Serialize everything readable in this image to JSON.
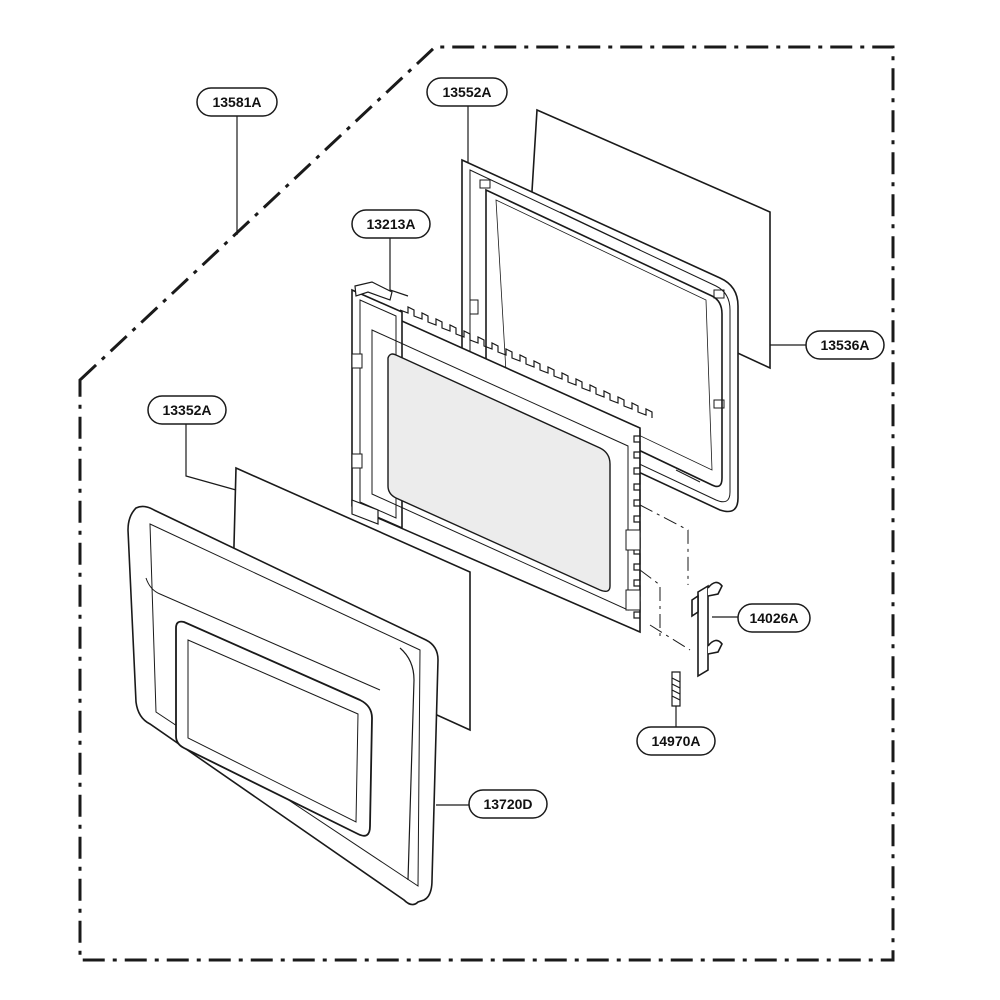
{
  "diagram": {
    "colors": {
      "line": "#1a1a1a",
      "glass": "#f2f2f2",
      "glass_dark": "#e4e4e4",
      "background": "#ffffff"
    },
    "callouts": [
      {
        "id": "13581A",
        "label": "13581A"
      },
      {
        "id": "13552A",
        "label": "13552A"
      },
      {
        "id": "13213A",
        "label": "13213A"
      },
      {
        "id": "13536A",
        "label": "13536A"
      },
      {
        "id": "13352A",
        "label": "13352A"
      },
      {
        "id": "14026A",
        "label": "14026A"
      },
      {
        "id": "14970A",
        "label": "14970A"
      },
      {
        "id": "13720D",
        "label": "13720D"
      }
    ]
  }
}
